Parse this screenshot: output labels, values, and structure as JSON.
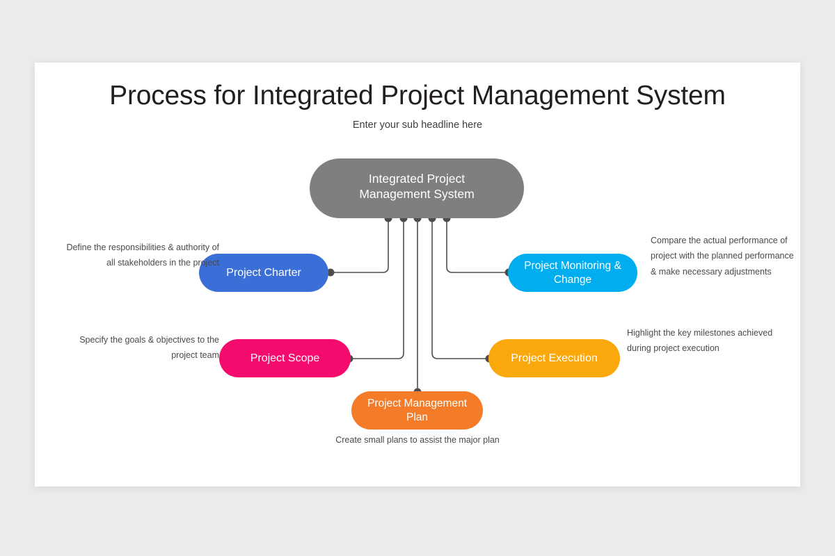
{
  "slide": {
    "title": "Process for Integrated Project Management System",
    "subtitle": "Enter your sub headline here",
    "background": "#ebebeb",
    "canvas_color": "#ffffff"
  },
  "diagram": {
    "type": "mind-map",
    "connector_color": "#4d4d4d",
    "center": {
      "label_line1": "Integrated Project",
      "label_line2": "Management System",
      "color": "#7f7f7f"
    },
    "nodes": [
      {
        "id": "project-charter",
        "label_line1": "Project Charter",
        "label_line2": "",
        "color": "#3a6fd8",
        "side": "left",
        "caption": "Define the responsibilities & authority of all stakeholders in the project"
      },
      {
        "id": "project-monitoring-change",
        "label_line1": "Project Monitoring &",
        "label_line2": "Change",
        "color": "#00adef",
        "side": "right",
        "caption": "Compare the actual performance of project with the planned performance & make necessary adjustments"
      },
      {
        "id": "project-scope",
        "label_line1": "Project Scope",
        "label_line2": "",
        "color": "#f50a6e",
        "side": "left",
        "caption": "Specify the goals & objectives to the project team"
      },
      {
        "id": "project-execution",
        "label_line1": "Project Execution",
        "label_line2": "",
        "color": "#fba80c",
        "side": "right",
        "caption": "Highlight the key milestones achieved during project execution"
      },
      {
        "id": "project-management-plan",
        "label_line1": "Project Management",
        "label_line2": "Plan",
        "color": "#f47b28",
        "side": "bottom",
        "caption": "Create small plans to assist the major plan"
      }
    ]
  }
}
